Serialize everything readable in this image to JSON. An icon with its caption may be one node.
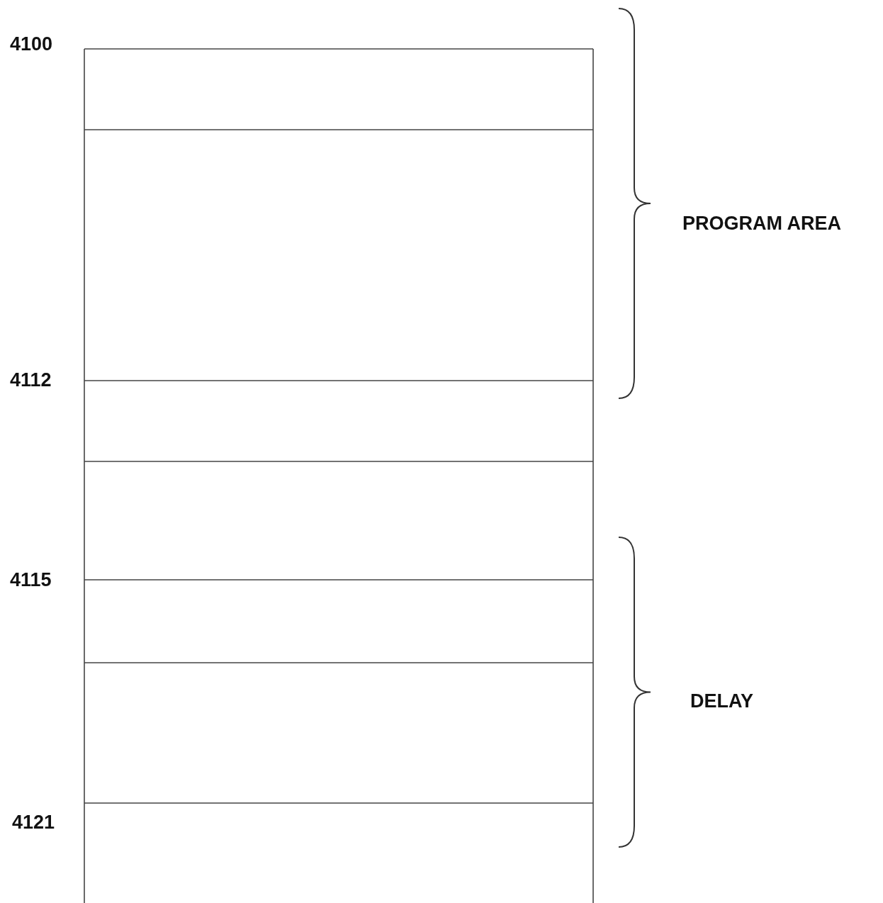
{
  "diagram": {
    "labels": [
      "4100",
      "PROGRAM AREA",
      "4112",
      "4115",
      "DELAY",
      "4121"
    ]
  }
}
